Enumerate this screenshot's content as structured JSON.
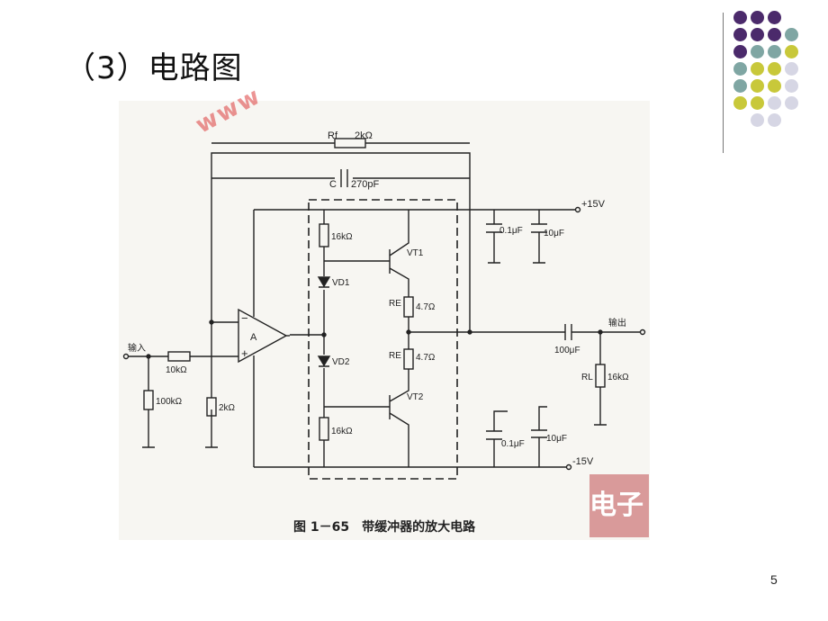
{
  "slide": {
    "title": "（3）电路图",
    "page_number": "5"
  },
  "figure": {
    "caption": "图 1－65　带缓冲器的放大电路",
    "watermark": "www",
    "stamp": "电子发"
  },
  "labels": {
    "rf": "Rf",
    "rf_value": "2kΩ",
    "cf": "C",
    "cf_value": "270pF",
    "plus15": "+15V",
    "minus15": "-15V",
    "cap_top_small": "0.1μF",
    "cap_top_big": "10μF",
    "cap_bot_small": "0.1μF",
    "cap_bot_big": "10μF",
    "r_top_bias": "16kΩ",
    "r_bot_bias": "16kΩ",
    "vd1": "VD1",
    "vd2": "VD2",
    "vt1": "VT1",
    "vt2": "VT2",
    "re1": "RE",
    "re1_value": "4.7Ω",
    "re2": "RE",
    "re2_value": "4.7Ω",
    "amp": "A",
    "minus_sign": "−",
    "plus_sign": "+",
    "input": "输入",
    "r_in": "10kΩ",
    "r_in_gnd": "100kΩ",
    "r_fb_gnd": "2kΩ",
    "output": "输出",
    "c_out": "100μF",
    "rl": "RL",
    "rl_value": "16kΩ"
  },
  "colors": {
    "dot_purple": "#4b2a6b",
    "dot_teal": "#7fa6a3",
    "dot_yellow": "#c8c83a",
    "dot_light": "#d6d6e4"
  },
  "decor": {
    "dot_grid": [
      [
        "dot_purple",
        "dot_purple",
        "dot_purple",
        ""
      ],
      [
        "dot_purple",
        "dot_purple",
        "dot_purple",
        "dot_teal"
      ],
      [
        "dot_purple",
        "dot_teal",
        "dot_teal",
        "dot_yellow"
      ],
      [
        "dot_teal",
        "dot_yellow",
        "dot_yellow",
        "dot_light"
      ],
      [
        "dot_teal",
        "dot_yellow",
        "dot_yellow",
        "dot_light"
      ],
      [
        "dot_yellow",
        "dot_yellow",
        "dot_light",
        "dot_light"
      ],
      [
        "",
        "dot_light",
        "dot_light",
        ""
      ]
    ]
  }
}
